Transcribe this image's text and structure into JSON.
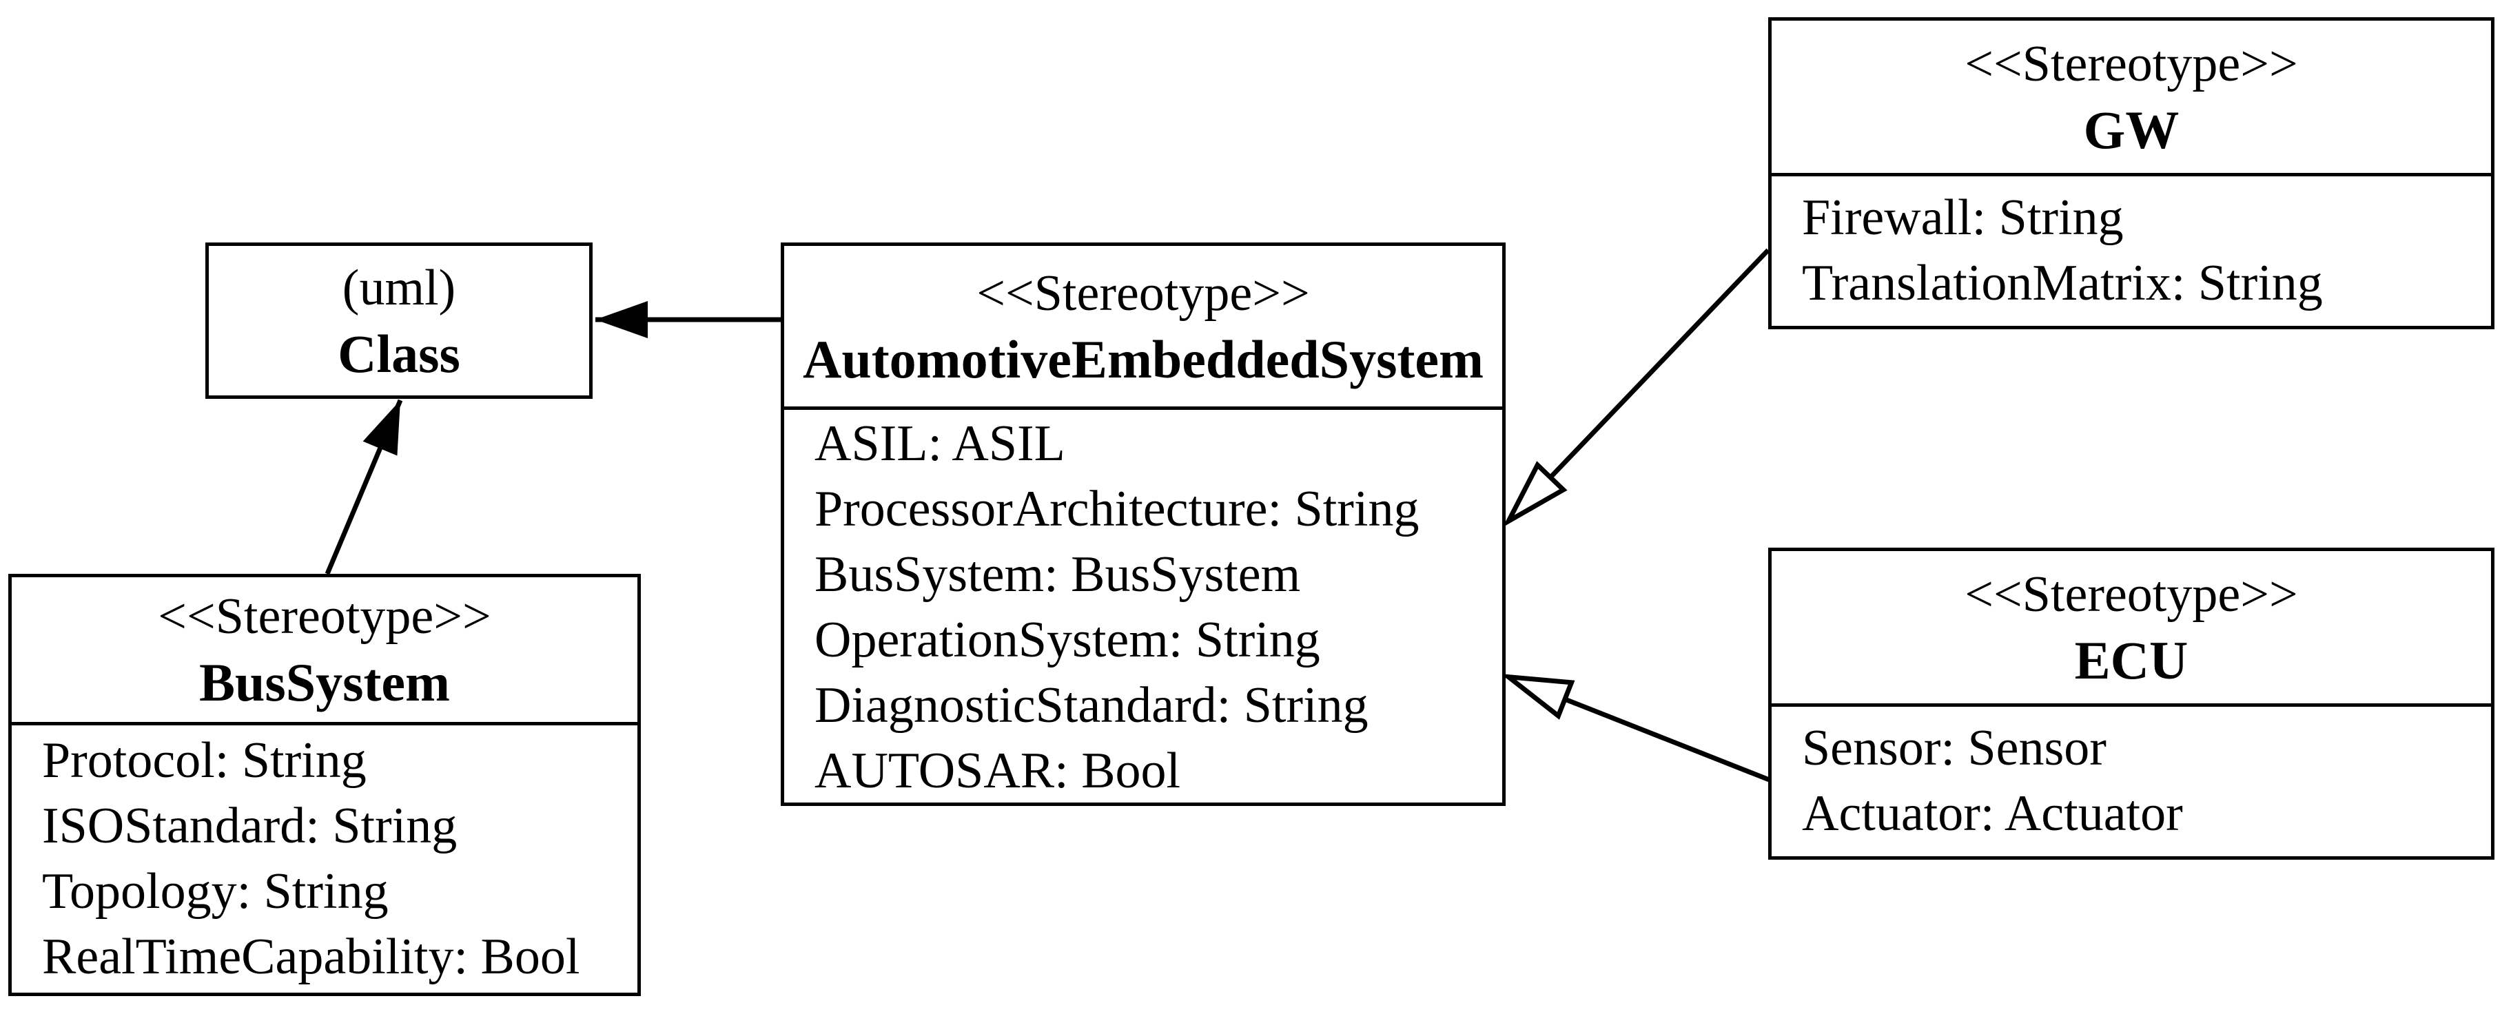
{
  "diagram": {
    "type": "uml-profile-class-diagram",
    "colors": {
      "background": "#ffffff",
      "line": "#000000",
      "text": "#000000"
    },
    "nodes": [
      {
        "id": "class",
        "keyword": "(uml)",
        "name": "Class",
        "attributes": []
      },
      {
        "id": "automotive-embedded-system",
        "keyword": "<<Stereotype>>",
        "name": "AutomotiveEmbeddedSystem",
        "attributes": [
          "ASIL: ASIL",
          "ProcessorArchitecture: String",
          "BusSystem: BusSystem",
          "OperationSystem: String",
          "DiagnosticStandard: String",
          "AUTOSAR: Bool"
        ]
      },
      {
        "id": "gw",
        "keyword": "<<Stereotype>>",
        "name": "GW",
        "attributes": [
          "Firewall: String",
          "TranslationMatrix: String"
        ]
      },
      {
        "id": "ecu",
        "keyword": "<<Stereotype>>",
        "name": "ECU",
        "attributes": [
          "Sensor: Sensor",
          "Actuator: Actuator"
        ]
      },
      {
        "id": "bus-system",
        "keyword": "<<Stereotype>>",
        "name": "BusSystem",
        "attributes": [
          "Protocol: String",
          "ISOStandard: String",
          "Topology: String",
          "RealTimeCapability: Bool"
        ]
      }
    ],
    "edges": [
      {
        "from": "AutomotiveEmbeddedSystem",
        "to": "Class",
        "arrow": "filled-triangle"
      },
      {
        "from": "BusSystem",
        "to": "Class",
        "arrow": "filled-triangle"
      },
      {
        "from": "GW",
        "to": "AutomotiveEmbeddedSystem",
        "arrow": "open-triangle"
      },
      {
        "from": "ECU",
        "to": "AutomotiveEmbeddedSystem",
        "arrow": "open-triangle"
      }
    ]
  }
}
